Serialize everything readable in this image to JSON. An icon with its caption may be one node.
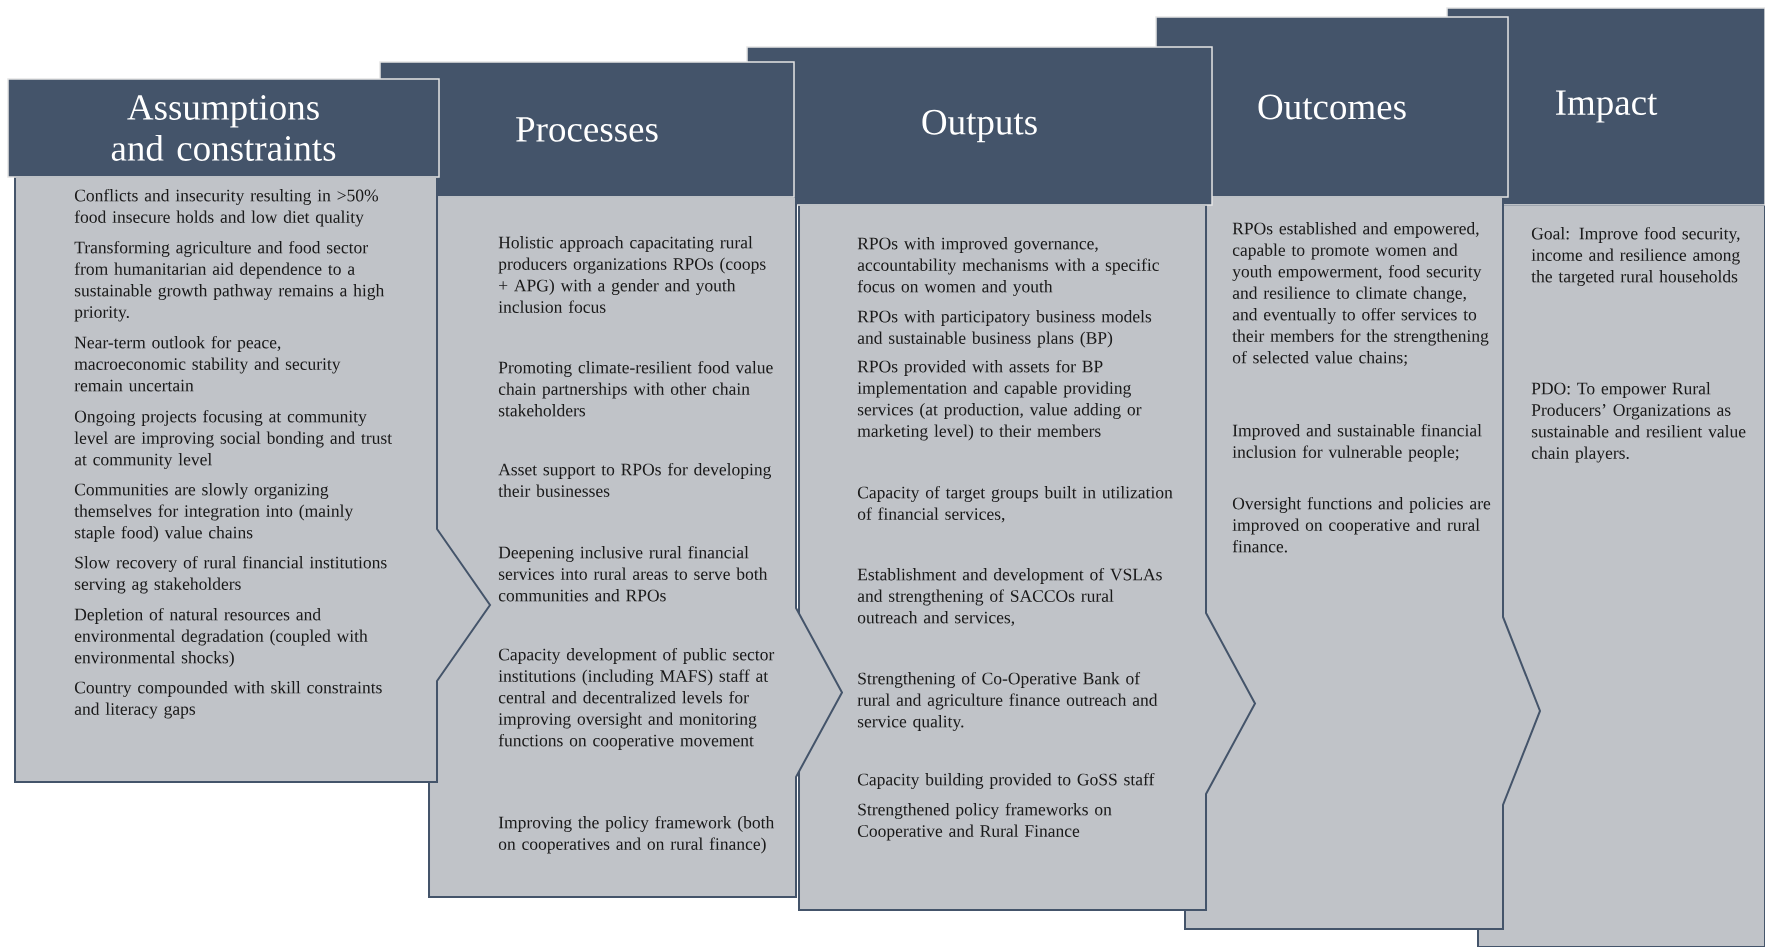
{
  "diagram": {
    "nodes": [
      {
        "text": [
          "Assumptions and constraints"
        ]
      },
      {
        "text": [
          "Conflicts and insecurity resulting in >50% food insecure holds and low diet quality",
          "Transforming agriculture and food sector from humanitarian aid dependence to a sustainable growth pathway remains a high priority.",
          "Near-term outlook for peace, macroeconomic stability and security remain uncertain",
          "Ongoing projects focusing at community level are improving social bonding and trust at community level",
          "Communities are slowly organizing themselves for integration into (mainly staple food) value chains",
          "Slow recovery of rural financial institutions serving ag stakeholders",
          "Depletion of natural resources and environmental degradation (coupled with environmental shocks)",
          "Country compounded with skill constraints and literacy gaps"
        ]
      },
      {
        "text": [
          "Processes"
        ]
      },
      {
        "text": [
          "Holistic approach capacitating rural producers organizations RPOs (coops + APG) with a gender and youth inclusion focus",
          "Promoting climate-resilient food value chain partnerships with other chain stakeholders",
          "Asset support to RPOs for developing their businesses",
          "Deepening inclusive rural financial services into rural areas to serve both communities and RPOs",
          "Capacity development of public sector institutions (including MAFS) staff at central and decentralized levels for improving oversight and monitoring functions on cooperative movement",
          "Improving the policy framework (both on cooperatives and on rural finance)"
        ]
      },
      {
        "text": [
          "Outputs"
        ]
      },
      {
        "text": [
          "RPOs with improved governance, accountability mechanisms with a specific focus on women and youth",
          "RPOs with participatory business models and sustainable business plans (BP)",
          "RPOs provided with assets for BP implementation and capable providing services (at production, value adding or marketing level) to their members",
          "Capacity of target groups built in utilization of financial services,",
          "Establishment and development of VSLAs and strengthening of SACCOs rural outreach and services,",
          "Strengthening of Co-Operative Bank of rural and agriculture finance outreach and service quality.",
          "Capacity building provided to GoSS staff",
          "Strengthened policy frameworks on Cooperative and Rural Finance"
        ]
      },
      {
        "text": [
          "Outcomes"
        ]
      },
      {
        "text": [
          "RPOs established and empowered, capable to promote women and youth empowerment, food security and resilience to climate change, and eventually to offer services to their members for the strengthening of selected value chains;",
          "Improved and sustainable financial inclusion for vulnerable people;",
          "Oversight functions and policies are improved on cooperative and rural finance."
        ]
      },
      {
        "text": [
          "Impact"
        ]
      },
      {
        "text": [
          "Goal: Improve food security, income and resilience among the targeted rural households",
          "PDO: To empower Rural Producers’ Organizations as sustainable and resilient value chain players."
        ]
      }
    ]
  }
}
